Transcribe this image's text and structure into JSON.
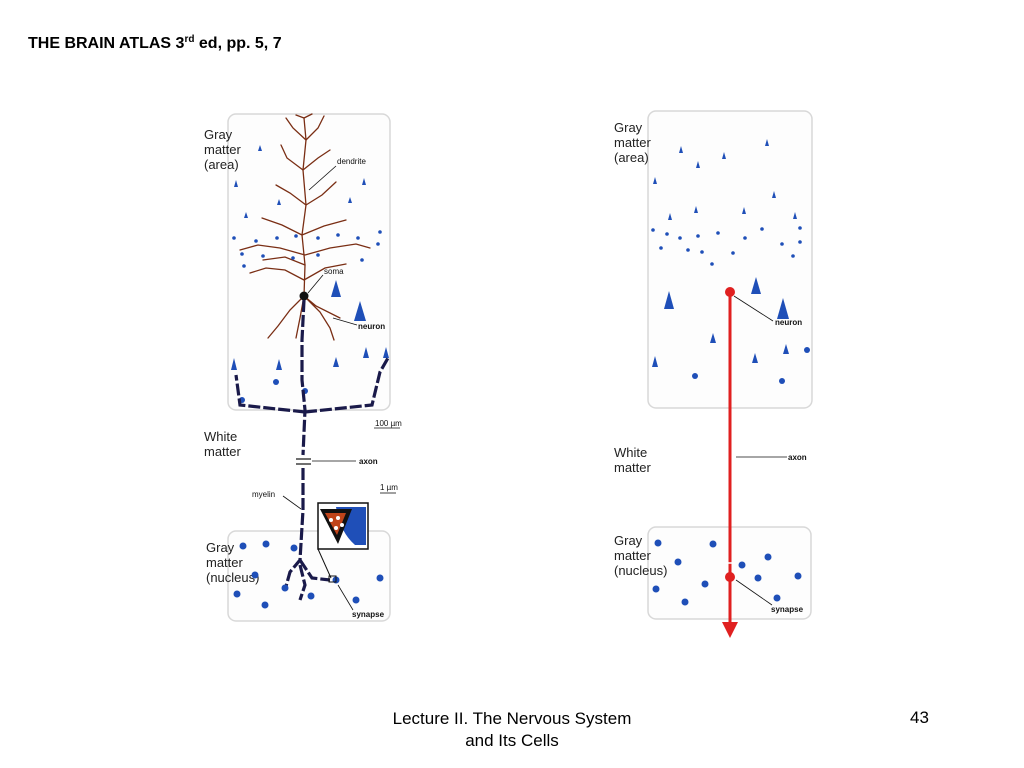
{
  "header": {
    "title_prefix": "THE BRAIN ATLAS  3",
    "title_sup": "rd",
    "title_suffix": " ed, pp. 5, 7"
  },
  "left_panel": {
    "gray_matter_area": [
      "Gray",
      "matter",
      "(area)"
    ],
    "white_matter": [
      "White",
      "matter"
    ],
    "gray_matter_nucleus": [
      "Gray",
      "matter",
      "(nucleus)"
    ],
    "labels": {
      "dendrite": "dendrite",
      "soma": "soma",
      "neuron": "neuron",
      "axon": "axon",
      "myelin": "myelin",
      "synapse": "synapse",
      "scale_100": "100 µm",
      "scale_1": "1 µm"
    }
  },
  "right_panel": {
    "gray_matter_area": [
      "Gray",
      "matter",
      "(area)"
    ],
    "white_matter": [
      "White",
      "matter"
    ],
    "gray_matter_nucleus": [
      "Gray",
      "matter",
      "(nucleus)"
    ],
    "labels": {
      "neuron": "neuron",
      "axon": "axon",
      "synapse": "synapse"
    }
  },
  "colors": {
    "cell_blue": "#1f4fb8",
    "dendrite_brown": "#7a2e14",
    "axon_red": "#e02020",
    "myelin_navy": "#1a1a4a"
  },
  "footer": {
    "course_line1": "Lecture II. The Nervous System",
    "course_line2": "and Its Cells",
    "page_number": "43"
  }
}
